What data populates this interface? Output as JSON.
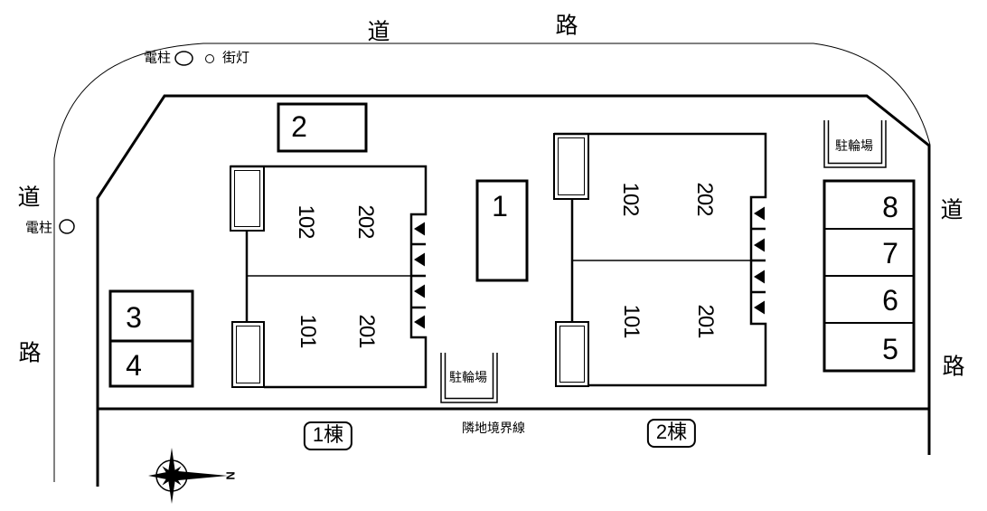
{
  "colors": {
    "line": "#000000",
    "background": "#ffffff"
  },
  "roads": {
    "top": [
      "道",
      "路"
    ],
    "left": [
      "道",
      "路"
    ],
    "right": [
      "道",
      "路"
    ]
  },
  "markers": {
    "utility_pole_top": "電柱",
    "street_light": "街灯",
    "utility_pole_left": "電柱"
  },
  "parking": {
    "p1": "1",
    "p2": "2",
    "p3": "3",
    "p4": "4",
    "p5": "5",
    "p6": "6",
    "p7": "7",
    "p8": "8"
  },
  "bicycle_parking": {
    "top_right": "駐輪場",
    "bottom": "駐輪場"
  },
  "boundary_label": "隣地境界線",
  "buildings": {
    "b1": {
      "label": "1棟",
      "units": {
        "u102": "102",
        "u202": "202",
        "u101": "101",
        "u201": "201"
      }
    },
    "b2": {
      "label": "2棟",
      "units": {
        "u102": "102",
        "u202": "202",
        "u101": "101",
        "u201": "201"
      }
    }
  },
  "compass": {
    "north": "N"
  }
}
